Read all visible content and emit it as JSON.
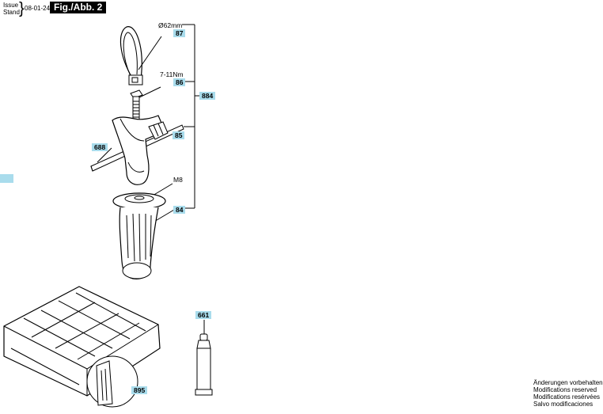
{
  "header": {
    "issue_label": "Issue",
    "stand_label": "Stand",
    "date": "08-01-24",
    "figure": "Fig./Abb. 2"
  },
  "callouts": {
    "c87": "87",
    "c86": "86",
    "c85": "85",
    "c84": "84",
    "c884": "884",
    "c688": "688",
    "c661": "661",
    "c895": "895"
  },
  "specs": {
    "diameter": "Ø62mm",
    "torque": "7-11Nm",
    "thread": "M8"
  },
  "notice": [
    "Änderungen vorbehalten",
    "Modifications reserved",
    "Modifications resérvées",
    "Salvo modificaciones"
  ],
  "colors": {
    "callout_bg": "#a9dcec",
    "title_bg": "#000000"
  }
}
